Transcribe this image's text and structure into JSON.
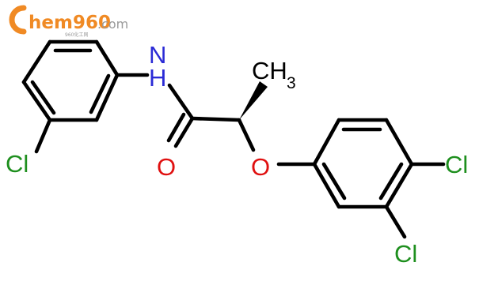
{
  "watermark": {
    "brand": "hem960",
    "domain": ".com",
    "tagline": "960化工网",
    "brand_color": "#f08a24"
  },
  "molecule": {
    "colors": {
      "bond": "#000000",
      "N": "#2b2bd6",
      "O": "#e01010",
      "Cl": "#1e8f1e",
      "C": "#000000"
    },
    "labels": {
      "cl_left": "Cl",
      "nh": "N",
      "nh_h": "H",
      "ch3": "CH",
      "ch3_sub": "3",
      "o_carbonyl": "O",
      "o_ether": "O",
      "cl_para": "Cl",
      "cl_meta": "Cl"
    }
  }
}
